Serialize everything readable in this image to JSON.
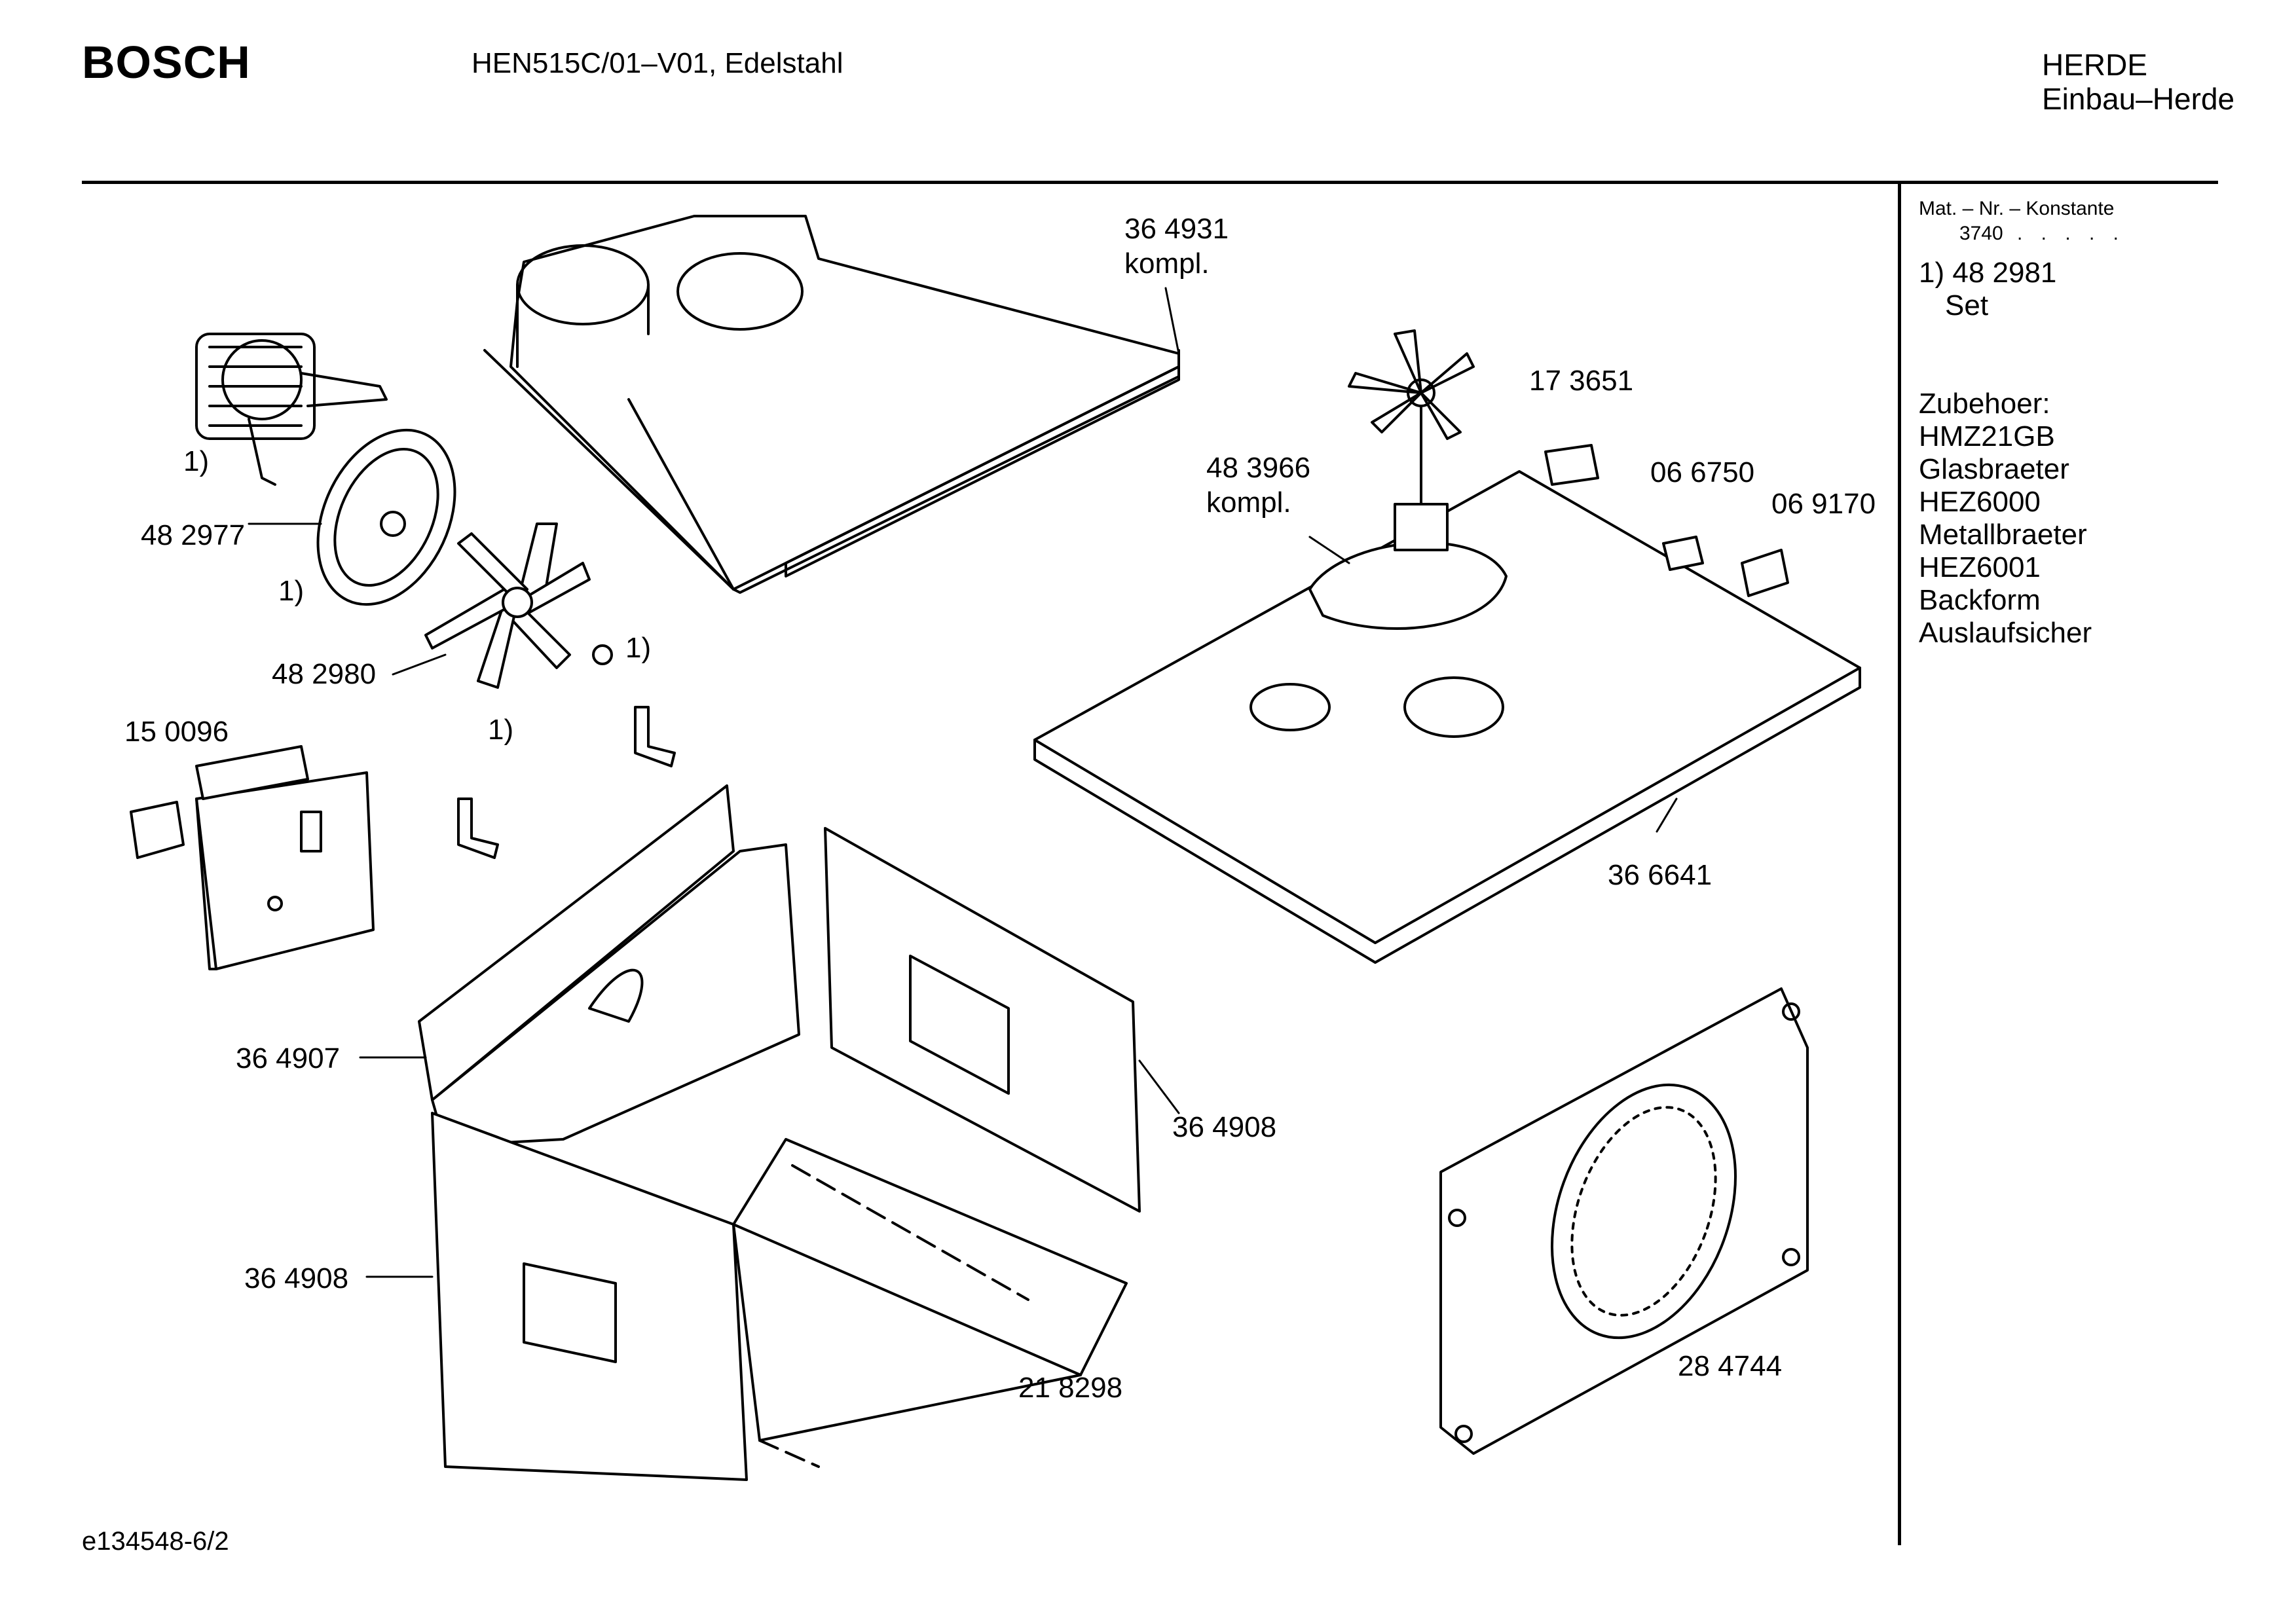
{
  "header": {
    "brand": "BOSCH",
    "model": "HEN515C/01–V01, Edelstahl",
    "category": "HERDE",
    "subcategory": "Einbau–Herde"
  },
  "sidebar": {
    "const_title": "Mat. – Nr. – Konstante",
    "const_value": "3740",
    "const_dots": ". . . . .",
    "set_note": "1) 48 2981",
    "set_label": "Set",
    "accessories": [
      "Zubehoer:",
      "HMZ21GB",
      "Glasbraeter",
      "HEZ6000",
      "Metallbraeter",
      "HEZ6001",
      "Backform",
      "Auslaufsicher"
    ]
  },
  "labels": {
    "p364931": "36 4931",
    "p364931b": "kompl.",
    "n1a": "1)",
    "p482977": "48 2977",
    "n1b": "1)",
    "p482980": "48 2980",
    "n1c": "1)",
    "n1d": "1)",
    "p150096": "15 0096",
    "p173651": "17 3651",
    "p483966": "48 3966",
    "p483966b": "kompl.",
    "p066750": "06 6750",
    "p069170": "06 9170",
    "p366641": "36 6641",
    "p364907": "36 4907",
    "p364908a": "36 4908",
    "p364908b": "36 4908",
    "p218298": "21 8298",
    "p284744": "28 4744"
  },
  "footer": {
    "code": "e134548-6/2"
  }
}
